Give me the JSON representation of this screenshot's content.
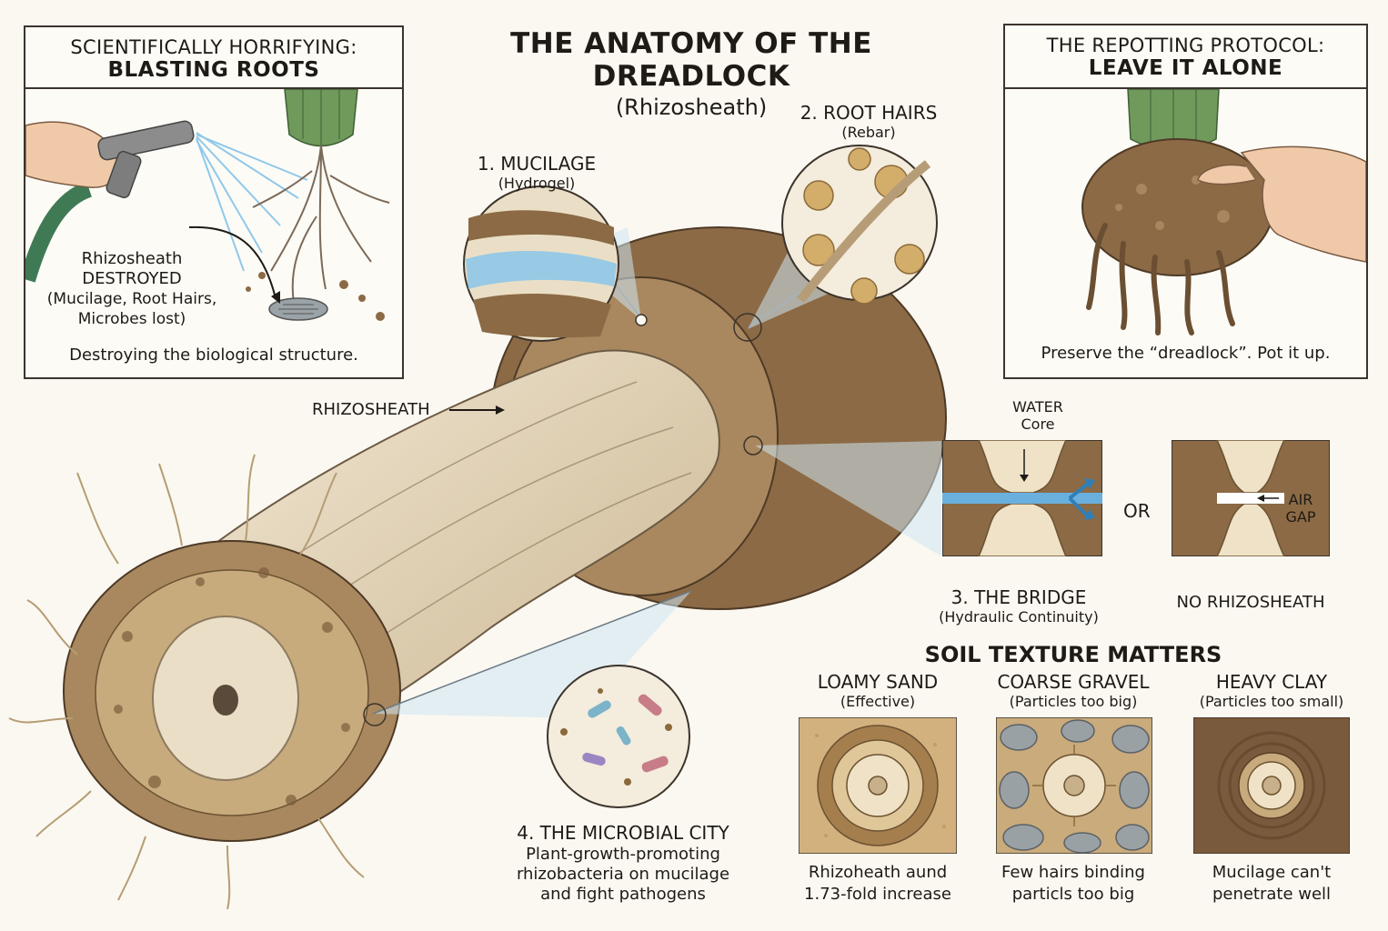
{
  "title": "THE ANATOMY OF THE DREADLOCK",
  "subtitle": "(Rhizosheath)",
  "left_panel": {
    "heading_line1": "SCIENTIFICALLY HORRIFYING:",
    "heading_line2": "BLASTING ROOTS",
    "callout_line1": "Rhizosheath",
    "callout_line2": "DESTROYED",
    "callout_line3": "(Mucilage, Root Hairs,",
    "callout_line4": "Microbes lost)",
    "caption": "Destroying the biological structure."
  },
  "right_panel": {
    "heading_line1": "THE REPOTTING PROTOCOL:",
    "heading_line2": "LEAVE IT ALONE",
    "caption": "Preserve the “dreadlock”. Pot it up."
  },
  "rhizosheath_label": "RHIZOSHEATH",
  "callouts": {
    "mucilage": {
      "title": "1. MUCILAGE",
      "sub": "(Hydrogel)"
    },
    "root_hairs": {
      "title": "2. ROOT HAIRS",
      "sub": "(Rebar)"
    },
    "bridge": {
      "title": "3. THE BRIDGE",
      "sub": "(Hydraulic Continuity)",
      "water_label": "WATER",
      "core_label": "Core",
      "or_label": "OR",
      "air_label": "AIR",
      "gap_label": "GAP",
      "no_rhizo_label": "NO RHIZOSHEATH"
    },
    "microbial": {
      "title": "4. THE MICROBIAL CITY",
      "line1": "Plant-growth-promoting",
      "line2": "rhizobacteria on mucilage",
      "line3": "and fight pathogens"
    }
  },
  "soil": {
    "heading": "SOIL TEXTURE MATTERS",
    "items": [
      {
        "name": "LOAMY SAND",
        "note": "(Effective)",
        "cap1": "Rhizoheath aund",
        "cap2": "1.73-fold increase"
      },
      {
        "name": "COARSE GRAVEL",
        "note": "(Particles too big)",
        "cap1": "Few hairs binding",
        "cap2": "particls too big"
      },
      {
        "name": "HEAVY CLAY",
        "note": "(Particles too small)",
        "cap1": "Mucilage can't",
        "cap2": "penetrate well"
      }
    ]
  },
  "colors": {
    "ink": "#1e1a16",
    "soil": "#8b6a45",
    "root": "#e9dcc2",
    "water": "#6ab0de",
    "cactus": "#6f9a5c"
  }
}
